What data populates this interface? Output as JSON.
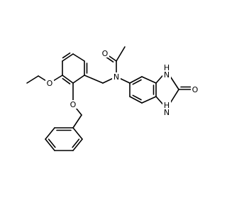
{
  "molecule": {
    "labels": {
      "carbonyl_o": "O",
      "amide_n": "N",
      "ether_o_ethoxy": "O",
      "ether_o_benzyloxy": "O",
      "nh_top": "H\nN",
      "nh_bottom": "H\nN",
      "urea_o": "O"
    },
    "colors": {
      "bond": "#000000",
      "label": "#000000",
      "background": "#ffffff"
    }
  }
}
